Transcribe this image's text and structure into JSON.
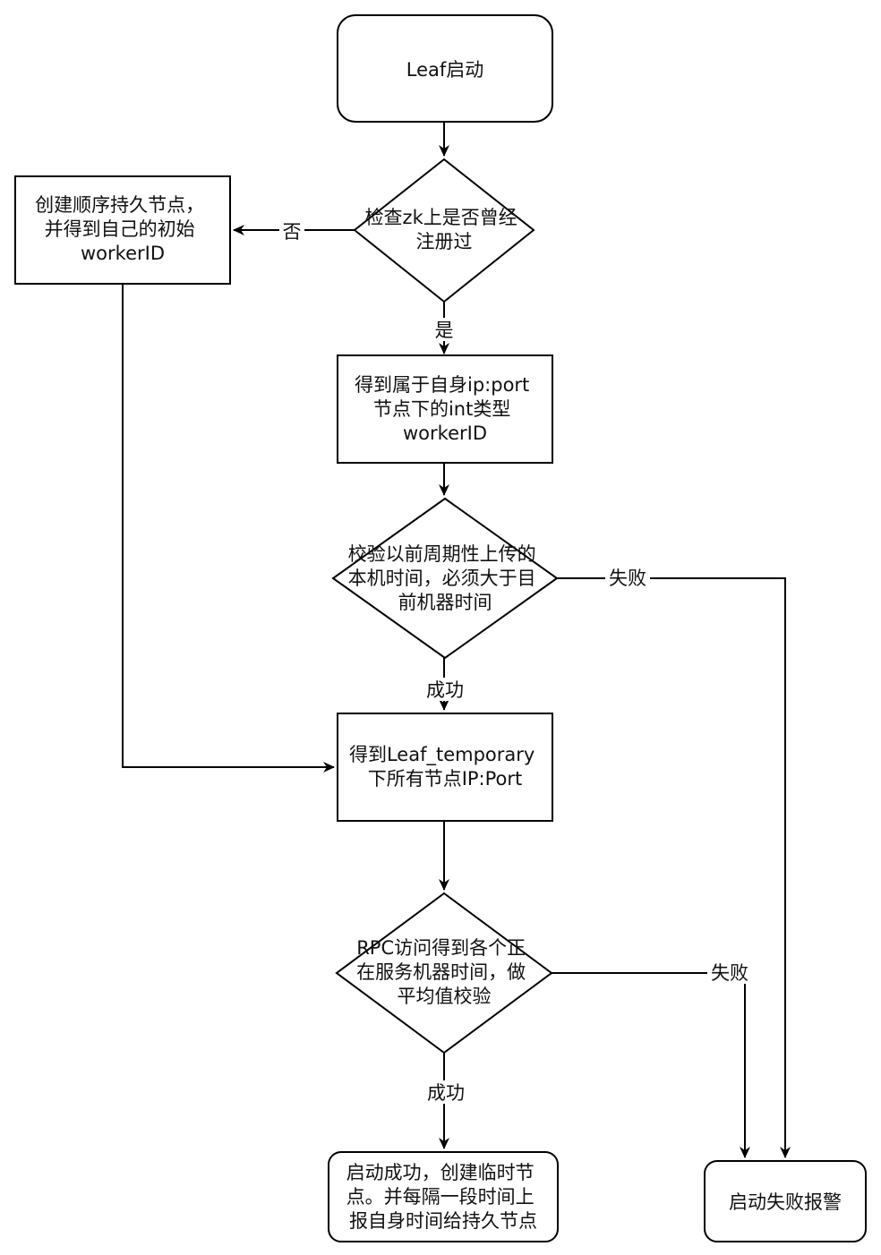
{
  "nodes": {
    "start": {
      "lines": [
        "Leaf启动"
      ]
    },
    "check_registered": {
      "lines": [
        "检查zk上是否曾经",
        "注册过"
      ]
    },
    "create_node": {
      "lines": [
        "创建顺序持久节点，",
        "并得到自己的初始",
        "workerID"
      ]
    },
    "get_worker_id": {
      "lines": [
        "得到属于自身ip:port",
        "节点下的int类型",
        "workerID"
      ]
    },
    "check_local_time": {
      "lines": [
        "校验以前周期性上传的",
        "本机时间，必须大于目",
        "前机器时间"
      ]
    },
    "get_all_nodes": {
      "lines": [
        "得到Leaf_temporary",
        "下所有节点IP:Port"
      ]
    },
    "rpc_check": {
      "lines": [
        "RPC访问得到各个正",
        "在服务机器时间，做",
        "平均值校验"
      ]
    },
    "start_success": {
      "lines": [
        "启动成功，创建临时节",
        "点。并每隔一段时间上",
        "报自身时间给持久节点"
      ]
    },
    "start_fail": {
      "lines": [
        "启动失败报警"
      ]
    }
  },
  "edge_labels": {
    "no": "否",
    "yes": "是",
    "local_check_fail": "失败",
    "local_check_success": "成功",
    "rpc_fail": "失败",
    "rpc_success": "成功"
  },
  "colors": {
    "stroke": "#000000",
    "fill": "#ffffff",
    "text": "#111111"
  }
}
